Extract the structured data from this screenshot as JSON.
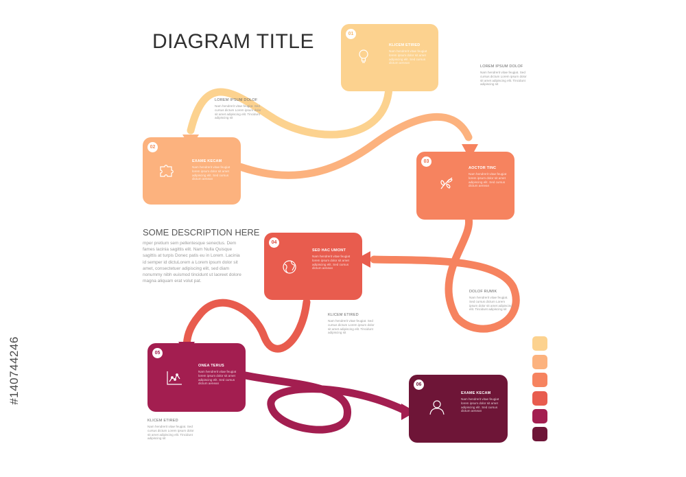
{
  "title": "DIAGRAM TITLE",
  "description": {
    "title": "SOME DESCRIPTION HERE",
    "text": "mper pretium sem pellentesque senectus. Dem fames lacinia sagittis elit. Nam Nulla Quisque sagittis at turpis Donec patis eu in Lorem. Lacinia id semper id dictuLorem a Lorem ipsum dolor sit amet, consectetuer adipiscing elit, sed diam nonummy nibh euismod tincidunt ut laoreet dolore magna aliquam erat volut pat."
  },
  "steps": [
    {
      "number": "01",
      "title": "KLICEM ETIRED",
      "text": "Nam hendrerit vitae feugiat lorem ipsum dolor sit amet adipiscing elit. Sed cursus dictum aenean",
      "icon": "lightbulb-icon",
      "color": "#fcd28f",
      "text_color": "#f5b86a"
    },
    {
      "number": "02",
      "title": "EXAME KECAM",
      "text": "Nam hendrerit vitae feugiat lorem ipsum dolor sit amet adipiscing elit. Sed cursus dictum aenean",
      "icon": "puzzle-icon",
      "color": "#fcb27e",
      "text_color": "#f3915c"
    },
    {
      "number": "03",
      "title": "AOCTOR TINC",
      "text": "Nam hendrerit vitae feugiat lorem ipsum dolor sit amet adipiscing elit. Sed cursus dictum aenean",
      "icon": "leaves-icon",
      "color": "#f6835f",
      "text_color": "#ea6c48"
    },
    {
      "number": "04",
      "title": "SED HAC UMONT",
      "text": "Nam hendrerit vitae feugiat lorem ipsum dolor sit amet adipiscing elit. Sed cursus dictum aenean",
      "icon": "globe-icon",
      "color": "#e85c4e",
      "text_color": "#d9483c"
    },
    {
      "number": "05",
      "title": "ONEA TERUS",
      "text": "Nam hendrerit vitae feugiat lorem ipsum dolor sit amet adipiscing elit. Sed cursus dictum aenean",
      "icon": "chart-icon",
      "color": "#a31e50",
      "text_color": "#a31e50"
    },
    {
      "number": "06",
      "title": "EXAME KECAM",
      "text": "Nam hendrerit vitae feugiat lorem ipsum dolor sit amet adipiscing elit. Sed cursus dictum aenean",
      "icon": "user-icon",
      "color": "#6e1537",
      "text_color": "#6e1537"
    }
  ],
  "notes": [
    {
      "title": "LOREM IPSUM DOLOF",
      "text": "Nam hendrerit vitae feugiat. Sed cursus dictum Lorem ipsum dolor sit amet adipiscing elit. Tincidunt adipiscing sit"
    },
    {
      "title": "LOREM IPSUM DOLOF",
      "text": "Nam hendrerit vitae feugiat. Sed cursus dictum Lorem ipsum dolor sit amet adipiscing elit. Tincidunt adipiscing sit"
    },
    {
      "title": "DOLOF RUMIK",
      "text": "Nam hendrerit vitae feugiat. Sed cursus dictum Lorem ipsum dolor sit amet adipiscing elit. Tincidunt adipiscing sit"
    },
    {
      "title": "KLICEM ETIRED",
      "text": "Nam hendrerit vitae feugiat. Sed cursus dictum Lorem ipsum dolor sit amet adipiscing elit. Tincidunt adipiscing sit"
    },
    {
      "title": "KLICEM ETIRED",
      "text": "Nam hendrerit vitae feugiat. Sed cursus dictum Lorem ipsum dolor sit amet adipiscing elit. Tincidunt adipiscing sit"
    }
  ],
  "palette": [
    "#fcd28f",
    "#fcb27e",
    "#f6835f",
    "#e85c4e",
    "#a31e50",
    "#6e1537"
  ],
  "watermark": "#140744246"
}
